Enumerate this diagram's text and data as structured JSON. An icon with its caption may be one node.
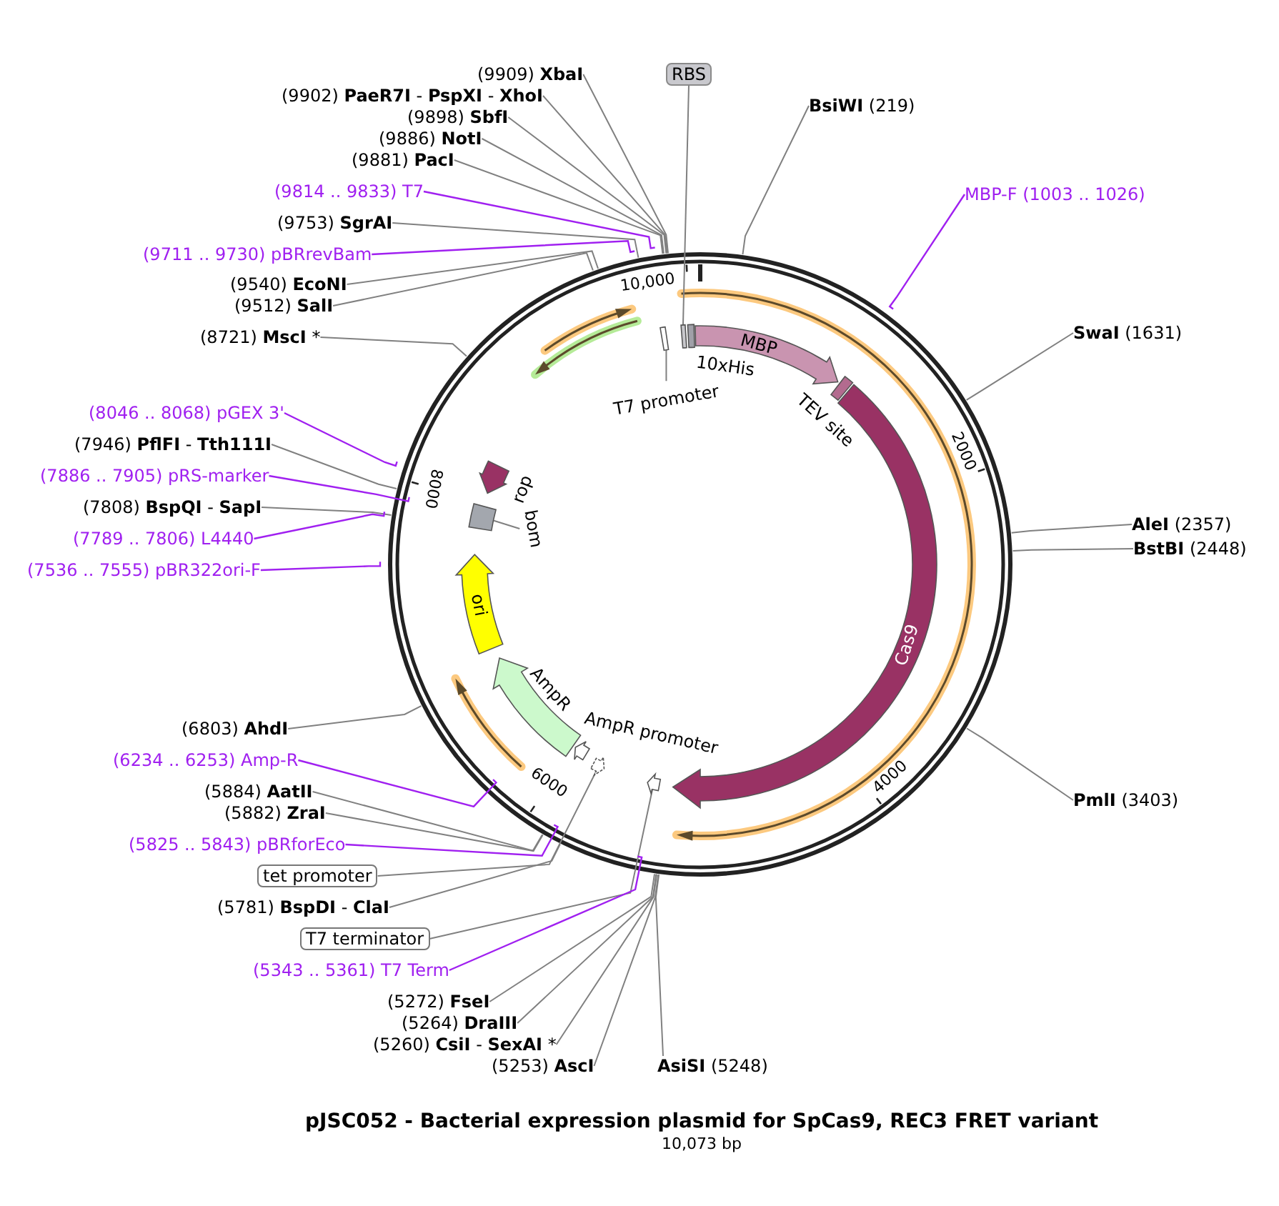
{
  "diagram": {
    "title": "pJSC052 - Bacterial expression plasmid for SpCas9, REC3 FRET variant",
    "caption": "10,073 bp",
    "nodes": [
      {
        "text": [
          "(9909) **XbaI**"
        ]
      },
      {
        "text": [
          "(9902) **PaeR7I** - **PspXI** - **XhoI**"
        ]
      },
      {
        "text": [
          "(9898) **SbfI**"
        ]
      },
      {
        "text": [
          "(9886) **NotI**"
        ]
      },
      {
        "text": [
          "(9881) **PacI**"
        ]
      },
      {
        "text": [
          "(9814 .. 9833) T7"
        ]
      },
      {
        "text": [
          "(9753) **SgrAI**"
        ]
      },
      {
        "text": [
          "(9711 .. 9730) pBRrevBam"
        ]
      },
      {
        "text": [
          "(9540) **EcoNI**"
        ]
      },
      {
        "text": [
          "(9512) **SalI**"
        ]
      },
      {
        "text": [
          "(8721) **MscI** *"
        ]
      },
      {
        "text": [
          "(8046 .. 8068) pGEX 3'"
        ]
      },
      {
        "text": [
          "(7946) **PflFI** - **Tth111I**"
        ]
      },
      {
        "text": [
          "(7886 .. 7905) pRS-marker"
        ]
      },
      {
        "text": [
          "(7808) **BspQI** - **SapI**"
        ]
      },
      {
        "text": [
          "(7789 .. 7806) L4440"
        ]
      },
      {
        "text": [
          "(7536 .. 7555) pBR322ori-F"
        ]
      },
      {
        "text": [
          "(6803) **AhdI**"
        ]
      },
      {
        "text": [
          "(6234 .. 6253) Amp-R"
        ]
      },
      {
        "text": [
          "(5884) **AatII**"
        ]
      },
      {
        "text": [
          "(5882) **ZraI**"
        ]
      },
      {
        "text": [
          "(5825 .. 5843) pBRforEco"
        ]
      },
      {
        "text": [
          "tet promoter"
        ]
      },
      {
        "text": [
          "(5781) **BspDI** - **ClaI**"
        ]
      },
      {
        "text": [
          "T7 terminator"
        ]
      },
      {
        "text": [
          "(5343 .. 5361) T7 Term"
        ]
      },
      {
        "text": [
          "(5272) **FseI**"
        ]
      },
      {
        "text": [
          "(5264) **DraIII**"
        ]
      },
      {
        "text": [
          "(5260) **CsiI** - **SexAI** *"
        ]
      },
      {
        "text": [
          "(5253) **AscI**"
        ]
      },
      {
        "text": [
          "**AsiSI** (5248)"
        ]
      },
      {
        "text": [
          "RBS"
        ]
      },
      {
        "text": [
          "**BsiWI** (219)"
        ]
      },
      {
        "text": [
          "MBP-F (1003 .. 1026)"
        ]
      },
      {
        "text": [
          "**SwaI** (1631)"
        ]
      },
      {
        "text": [
          "**AleI** (2357)"
        ]
      },
      {
        "text": [
          "**BstBI** (2448)"
        ]
      },
      {
        "text": [
          "**PmlI** (3403)"
        ]
      },
      {
        "text": [],
        "shape": "bar"
      },
      {
        "text": [],
        "shape": "bar"
      },
      {
        "text": [
          "T7 promoter"
        ]
      },
      {
        "text": [
          "10xHis"
        ]
      },
      {
        "text": [
          "MBP"
        ]
      },
      {
        "text": [
          "TEV site"
        ]
      },
      {
        "text": [
          "Cas9"
        ]
      },
      {
        "text": [
          "rop"
        ]
      },
      {
        "text": [],
        "shape": "box"
      },
      {
        "text": [
          "bom"
        ]
      },
      {
        "text": [
          "ori"
        ]
      },
      {
        "text": [
          "AmpR"
        ]
      },
      {
        "text": [
          "AmpR promoter"
        ]
      },
      {
        "text": [],
        "shape": "arrow"
      },
      {
        "text": [],
        "shape": "arrow"
      }
    ],
    "edges": [
      {
        "from": 0,
        "to": null,
        "arrow": "none"
      },
      {
        "from": 1,
        "to": null,
        "arrow": "none"
      },
      {
        "from": 2,
        "to": null,
        "arrow": "none"
      },
      {
        "from": 3,
        "to": null,
        "arrow": "none"
      },
      {
        "from": 4,
        "to": null,
        "arrow": "none"
      },
      {
        "from": 5,
        "to": null,
        "arrow": "none",
        "color": "#a020f0"
      },
      {
        "from": 6,
        "to": null,
        "arrow": "none"
      },
      {
        "from": 7,
        "to": null,
        "arrow": "none",
        "color": "#a020f0"
      },
      {
        "from": 8,
        "to": null,
        "arrow": "none"
      },
      {
        "from": 9,
        "to": null,
        "arrow": "none"
      },
      {
        "from": 10,
        "to": null,
        "arrow": "none"
      },
      {
        "from": 11,
        "to": null,
        "arrow": "none",
        "color": "#a020f0"
      },
      {
        "from": 12,
        "to": null,
        "arrow": "none"
      },
      {
        "from": 13,
        "to": null,
        "arrow": "none",
        "color": "#a020f0"
      },
      {
        "from": 14,
        "to": null,
        "arrow": "none"
      },
      {
        "from": 15,
        "to": null,
        "arrow": "none",
        "color": "#a020f0"
      },
      {
        "from": 16,
        "to": null,
        "arrow": "none",
        "color": "#a020f0"
      },
      {
        "from": 17,
        "to": null,
        "arrow": "none"
      },
      {
        "from": 18,
        "to": null,
        "arrow": "none",
        "color": "#a020f0"
      },
      {
        "from": 19,
        "to": null,
        "arrow": "none"
      },
      {
        "from": 20,
        "to": null,
        "arrow": "none"
      },
      {
        "from": 21,
        "to": null,
        "arrow": "none",
        "color": "#a020f0"
      },
      {
        "from": 22,
        "to": 51,
        "arrow": "none"
      },
      {
        "from": 23,
        "to": null,
        "arrow": "none"
      },
      {
        "from": 24,
        "to": 52,
        "arrow": "none"
      },
      {
        "from": 25,
        "to": null,
        "arrow": "none",
        "color": "#a020f0"
      },
      {
        "from": 26,
        "to": null,
        "arrow": "none"
      },
      {
        "from": 27,
        "to": null,
        "arrow": "none"
      },
      {
        "from": 28,
        "to": null,
        "arrow": "none"
      },
      {
        "from": 29,
        "to": null,
        "arrow": "none"
      },
      {
        "from": 30,
        "to": null,
        "arrow": "none"
      },
      {
        "from": 31,
        "to": 39,
        "arrow": "none"
      },
      {
        "from": 32,
        "to": null,
        "arrow": "none"
      },
      {
        "from": 33,
        "to": null,
        "arrow": "none",
        "color": "#a020f0"
      },
      {
        "from": 34,
        "to": null,
        "arrow": "none"
      },
      {
        "from": 35,
        "to": null,
        "arrow": "none"
      },
      {
        "from": 36,
        "to": null,
        "arrow": "none"
      },
      {
        "from": 37,
        "to": null,
        "arrow": "none"
      },
      {
        "from": 40,
        "to": 38,
        "arrow": "none"
      },
      {
        "from": 47,
        "to": 46,
        "arrow": "none"
      }
    ],
    "labels": [
      "10,000",
      "2000",
      "4000",
      "6000",
      "8000"
    ]
  }
}
